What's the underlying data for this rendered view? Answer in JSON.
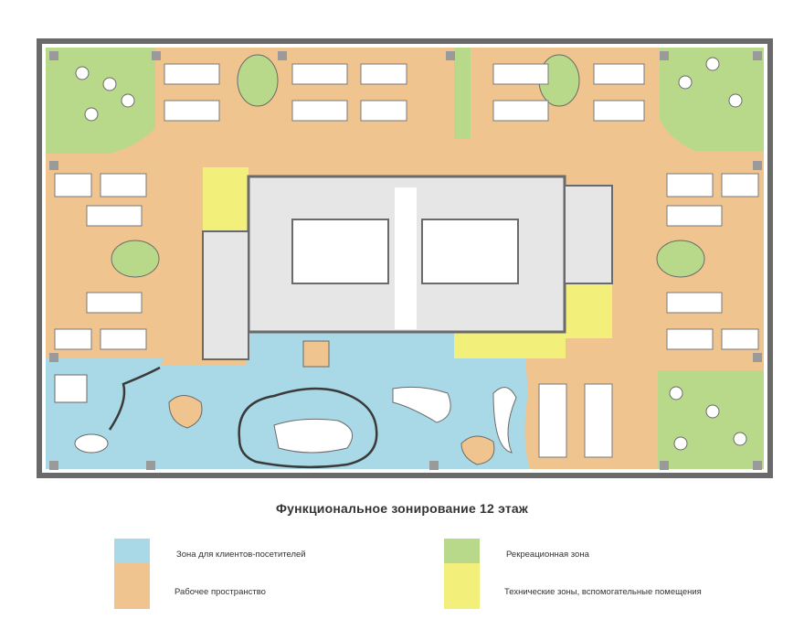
{
  "title": "Функциональное зонирование 12 этаж",
  "colors": {
    "visitor_zone": "#a9d8e6",
    "work_zone": "#f0c48e",
    "recreation_zone": "#b9d98a",
    "technical_zone": "#f2ef7a",
    "walls": "#6a6a6a",
    "core": "#e6e6e6"
  },
  "legend": [
    {
      "label": "Зона для клиентов-посетителей",
      "color_key": "visitor_zone"
    },
    {
      "label": "Рекреационная зона",
      "color_key": "recreation_zone"
    },
    {
      "label": "Рабочее пространство",
      "color_key": "work_zone"
    },
    {
      "label": "Технические зоны, вспомогательные помещения",
      "color_key": "technical_zone"
    }
  ]
}
